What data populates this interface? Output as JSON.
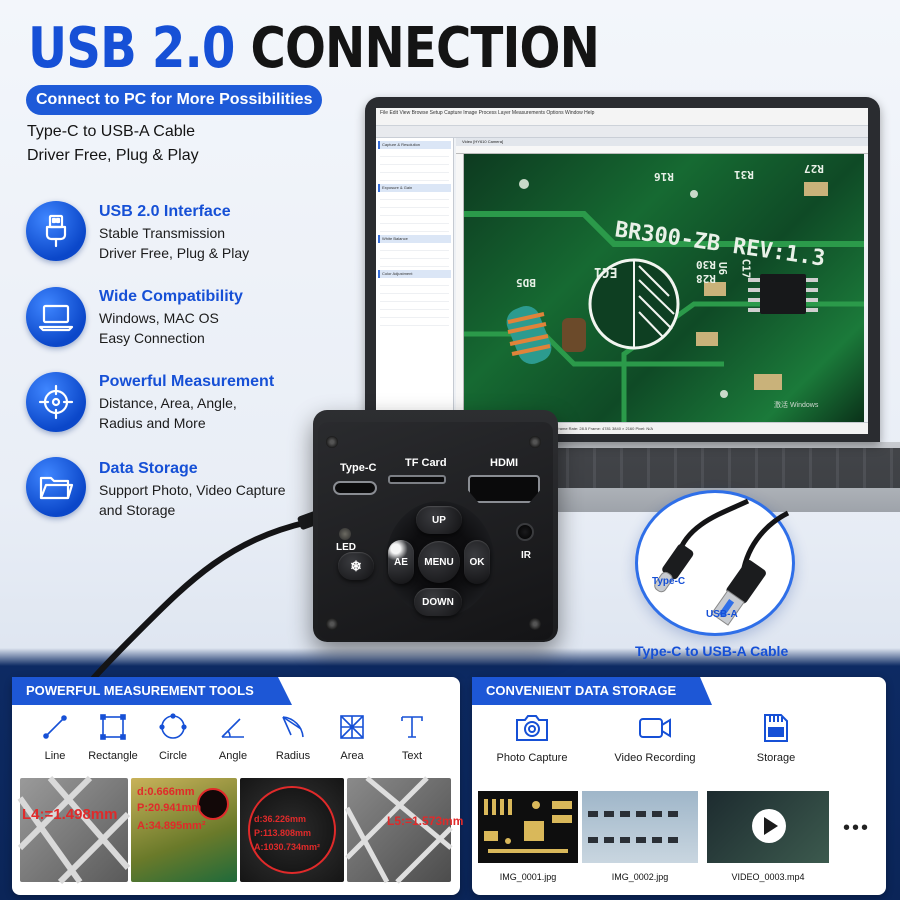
{
  "headline": {
    "part1": "USB 2.0",
    "part2": "CONNECTION"
  },
  "pill": "Connect to PC for More Possibilities",
  "sub_lines": [
    "Type-C to USB-A Cable",
    "Driver Free, Plug & Play"
  ],
  "features": [
    {
      "icon": "usb-icon",
      "title": "USB 2.0 Interface",
      "lines": [
        "Stable Transmission",
        "Driver Free, Plug & Play"
      ]
    },
    {
      "icon": "laptop-icon",
      "title": "Wide Compatibility",
      "lines": [
        "Windows, MAC OS",
        "Easy Connection"
      ]
    },
    {
      "icon": "crosshair-icon",
      "title": "Powerful Measurement",
      "lines": [
        "Distance, Area, Angle,",
        "Radius and More"
      ]
    },
    {
      "icon": "folder-icon",
      "title": "Data Storage",
      "lines": [
        "Support Photo, Video Capture",
        "and Storage"
      ]
    }
  ],
  "screen": {
    "menu": "File  Edit  View  Browse  Setup  Capture  Image  Process  Layer  Measurements  Options  Window  Help",
    "tab": "Video [HY610 Camera]",
    "sidebar_sections": [
      "Capture & Resolution",
      "Exposure & Gain",
      "White Balance",
      "Color Adjustment"
    ],
    "pcb_labels": {
      "rev": "BR300-ZB REV:1.3",
      "ec1": "EC1",
      "r30": "R30",
      "r28": "R28",
      "c17": "C17",
      "r27": "R27",
      "u6": "U6",
      "bd5": "BD5",
      "r31": "R31",
      "r16": "R16"
    },
    "status": "Frame Rate: 28.5  Frame: 4781          3840 × 2160      Pixel: N/A",
    "watermark": "激活 Windows"
  },
  "camera": {
    "labels": {
      "typec": "Type-C",
      "tf": "TF Card",
      "hdmi": "HDMI",
      "led": "LED",
      "ir": "IR"
    },
    "buttons": {
      "up": "UP",
      "down": "DOWN",
      "ae": "AE",
      "ok": "OK",
      "menu": "MENU"
    }
  },
  "cable_inset": {
    "typec": "Type-C",
    "usba": "USB-A",
    "caption": "Type-C to USB-A Cable"
  },
  "measure_panel": {
    "title": "POWERFUL MEASUREMENT TOOLS",
    "tools": [
      {
        "icon": "line-icon",
        "label": "Line"
      },
      {
        "icon": "rectangle-icon",
        "label": "Rectangle"
      },
      {
        "icon": "circle-icon",
        "label": "Circle"
      },
      {
        "icon": "angle-icon",
        "label": "Angle"
      },
      {
        "icon": "radius-icon",
        "label": "Radius"
      },
      {
        "icon": "area-icon",
        "label": "Area"
      },
      {
        "icon": "text-icon",
        "label": "Text"
      }
    ],
    "samples": [
      {
        "lines": [
          "L4:=1.498mm"
        ]
      },
      {
        "lines": [
          "d:0.666mm",
          "P:20.941mm",
          "A:34.895mm²"
        ]
      },
      {
        "lines": [
          "d:36.226mm",
          "P:113.808mm",
          "A:1030.734mm²"
        ]
      },
      {
        "lines": [
          "L5:=1.573mm"
        ]
      }
    ]
  },
  "storage_panel": {
    "title": "CONVENIENT DATA STORAGE",
    "items": [
      {
        "icon": "camera-icon",
        "label": "Photo Capture"
      },
      {
        "icon": "video-icon",
        "label": "Video Recording"
      },
      {
        "icon": "sd-card-icon",
        "label": "Storage"
      }
    ],
    "files": [
      "IMG_0001.jpg",
      "IMG_0002.jpg",
      "VIDEO_0003.mp4"
    ],
    "more": "•••"
  },
  "colors": {
    "brand_blue": "#1650d6",
    "navy": "#0b2558",
    "pcb_green": "#166a32"
  }
}
